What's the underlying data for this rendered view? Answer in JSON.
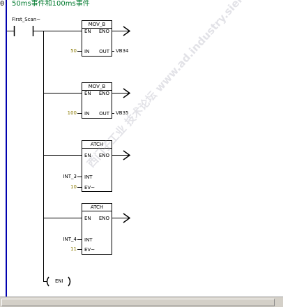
{
  "network": {
    "number": "0",
    "comment": "50ms事件和100ms事件"
  },
  "contact": {
    "label": "First_Scan~"
  },
  "boxes": [
    {
      "name": "MOV_B",
      "en": "EN",
      "eno": "ENO",
      "in_pin": "IN",
      "out_pin": "OUT",
      "in_value": "50",
      "out_value": "VB34"
    },
    {
      "name": "MOV_B",
      "en": "EN",
      "eno": "ENO",
      "in_pin": "IN",
      "out_pin": "OUT",
      "in_value": "100",
      "out_value": "VB35"
    },
    {
      "name": "ATCH",
      "en": "EN",
      "eno": "ENO",
      "int_pin": "INT",
      "ev_pin": "EV~",
      "int_value": "INT_3",
      "ev_value": "10"
    },
    {
      "name": "ATCH",
      "en": "EN",
      "eno": "ENO",
      "int_pin": "INT",
      "ev_pin": "EV~",
      "int_value": "INT_4",
      "ev_value": "11"
    }
  ],
  "coil": {
    "label": "ENI"
  },
  "watermark": "西门子工业 技术论坛 www.ad.industry.siemens.com.cn"
}
